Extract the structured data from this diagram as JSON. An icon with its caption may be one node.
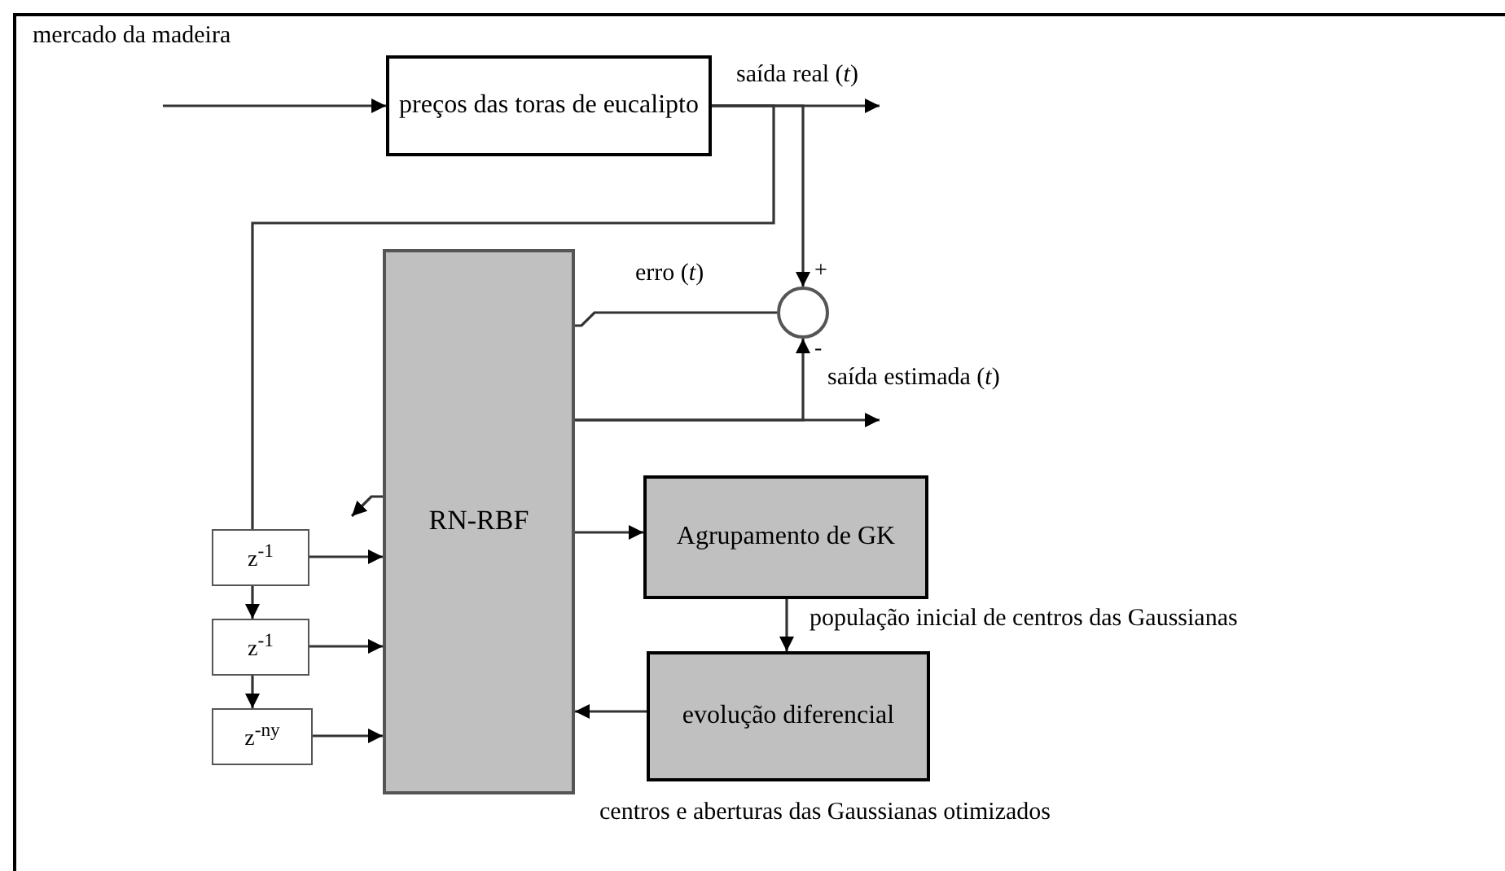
{
  "diagram": {
    "nodes": [
      {
        "text": [
          "preços das toras de eucalipto"
        ]
      },
      {
        "text": [
          "RN-RBF"
        ]
      },
      {
        "text": [],
        "shape": "circle"
      },
      {
        "text": [
          "Agrupamento de GK"
        ]
      },
      {
        "text": [
          "evolução diferencial"
        ]
      },
      {
        "text": [
          "z$^{-1}$"
        ]
      },
      {
        "text": [
          "z$^{-1}$"
        ]
      },
      {
        "text": [
          "z$^{-ny}$"
        ]
      }
    ],
    "edges": [
      {
        "from": null,
        "to": 0,
        "arrow": "to",
        "label": "mercado da madeira"
      },
      {
        "from": 0,
        "to": null,
        "arrow": "to",
        "label": "saída real (*t*)"
      },
      {
        "from": 0,
        "to": 2,
        "arrow": "to"
      },
      {
        "from": 0,
        "to": 5,
        "arrow": "none"
      },
      {
        "from": 2,
        "to": 1,
        "arrow": "none",
        "label": "erro (*t*)"
      },
      {
        "from": 1,
        "to": null,
        "arrow": "to",
        "label": "saída estimada (*t*)"
      },
      {
        "from": 1,
        "to": 2,
        "arrow": "to"
      },
      {
        "from": 1,
        "to": null,
        "arrow": "to"
      },
      {
        "from": 1,
        "to": 3,
        "arrow": "to"
      },
      {
        "from": 3,
        "to": 4,
        "arrow": "to",
        "label": "população inicial de centros das Gaussianas"
      },
      {
        "from": 4,
        "to": 1,
        "arrow": "to"
      },
      {
        "from": 5,
        "to": 1,
        "arrow": "to"
      },
      {
        "from": 6,
        "to": 1,
        "arrow": "to"
      },
      {
        "from": 7,
        "to": 1,
        "arrow": "to"
      },
      {
        "from": 5,
        "to": 6,
        "arrow": "to"
      },
      {
        "from": 6,
        "to": 7,
        "arrow": "to"
      }
    ],
    "labels": [
      "+",
      "-",
      "centros e aberturas das Gaussianas otimizados"
    ]
  }
}
